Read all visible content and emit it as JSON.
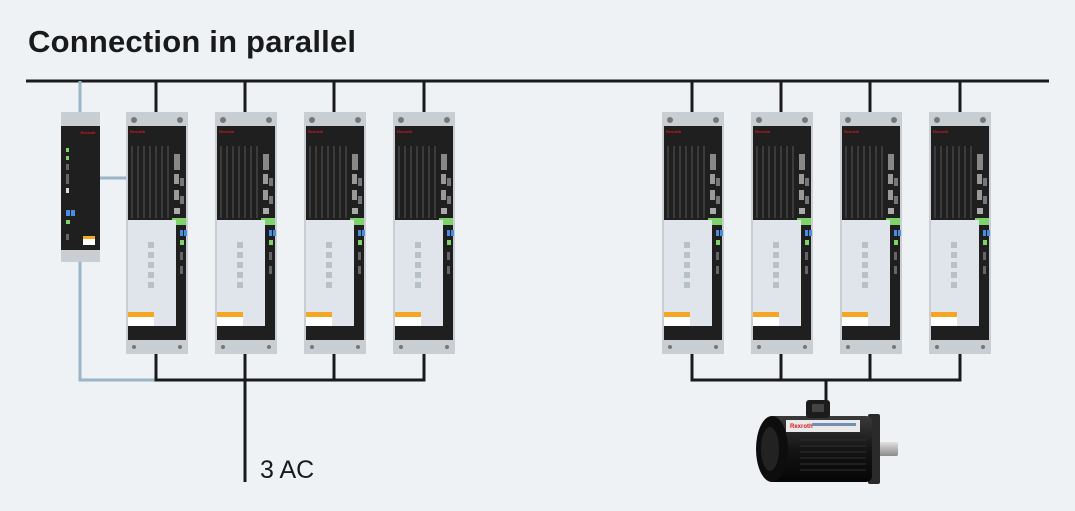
{
  "title": "Connection in parallel",
  "supply_label": "3 AC",
  "brand_text": "Rexroth",
  "colors": {
    "background": "#eef2f5",
    "bus_line": "#1a1a1a",
    "control_line": "#9bb5c8",
    "drive_body": "#1f1f1f",
    "drive_frame": "#c9ced3",
    "panel": "#dfe5ea",
    "warning_label": "#f5a623",
    "brand_red": "#d71920"
  }
}
